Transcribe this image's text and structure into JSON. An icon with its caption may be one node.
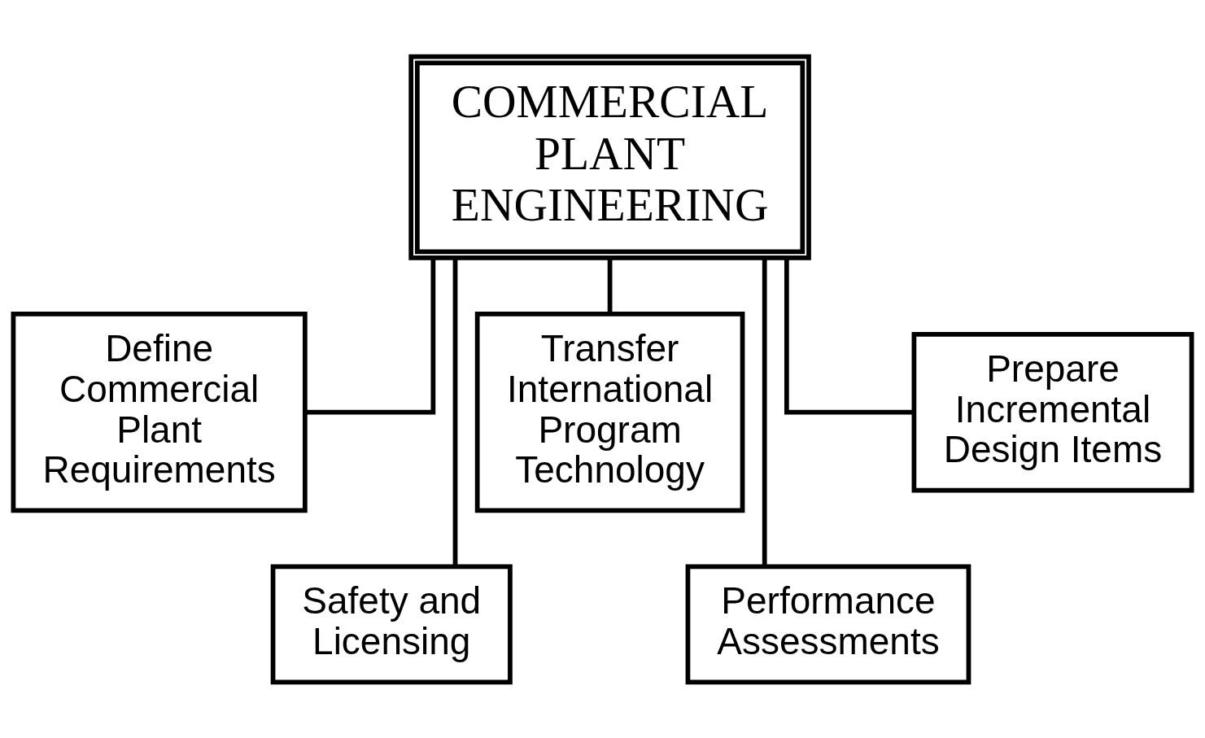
{
  "diagram": {
    "nodes": [
      {
        "text": [
          "COMMERCIAL PLANT ENGINEERING"
        ]
      },
      {
        "text": [
          "Define Commercial Plant Requirements"
        ]
      },
      {
        "text": [
          "Safety and Licensing"
        ]
      },
      {
        "text": [
          "Transfer International Program Technology"
        ]
      },
      {
        "text": [
          "Performance Assessments"
        ]
      },
      {
        "text": [
          "Prepare Incremental Design Items"
        ]
      }
    ],
    "edges": [
      {
        "from": 0,
        "to": 1,
        "arrow": "none"
      },
      {
        "from": 0,
        "to": 2,
        "arrow": "none"
      },
      {
        "from": 0,
        "to": 3,
        "arrow": "none"
      },
      {
        "from": 0,
        "to": 4,
        "arrow": "none"
      },
      {
        "from": 0,
        "to": 5,
        "arrow": "none"
      }
    ]
  }
}
